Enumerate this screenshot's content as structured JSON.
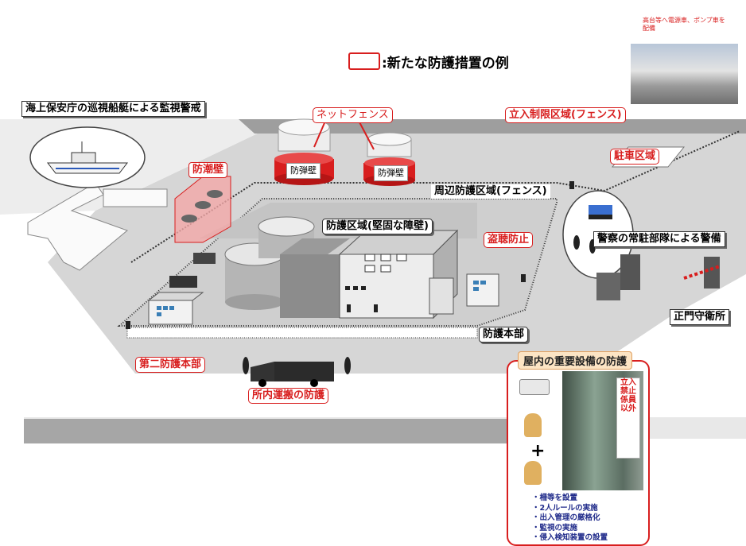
{
  "legend": {
    "text": ":新たな防護措置の例"
  },
  "photo_caption": "高台等へ電源車、ポンプ車を配備",
  "labels": {
    "coast_guard": "海上保安庁の巡視船艇による監視警戒",
    "tide_wall": "防潮壁",
    "net_fence": "ネットフェンス",
    "bulletproof_wall_1": "防弾壁",
    "bulletproof_wall_2": "防弾壁",
    "restricted_area": "立入制限区域(フェンス)",
    "parking_area": "駐車区域",
    "perimeter_area": "周辺防護区域(フェンス)",
    "protected_area": "防護区域(堅固な障壁)",
    "anti_eavesdrop": "盗聴防止",
    "police_guard": "警察の常駐部隊による警備",
    "main_gate": "正門守衛所",
    "protection_hq": "防護本部",
    "second_hq": "第二防護本部",
    "transport_protection": "所内運搬の防護"
  },
  "indoor_panel": {
    "title": "屋内の重要設備の防護",
    "plus": "+",
    "sign_left": "立入禁止",
    "sign_right": "係員以外",
    "measures": [
      "・柵等を設置",
      "・2人ルールの実施",
      "・出入管理の厳格化",
      "・監視の実施",
      "・侵入検知装置の設置"
    ]
  },
  "colors": {
    "accent": "#d81e1e",
    "ground": "#d9d9d9",
    "dark_ground": "#a8a8a8"
  }
}
